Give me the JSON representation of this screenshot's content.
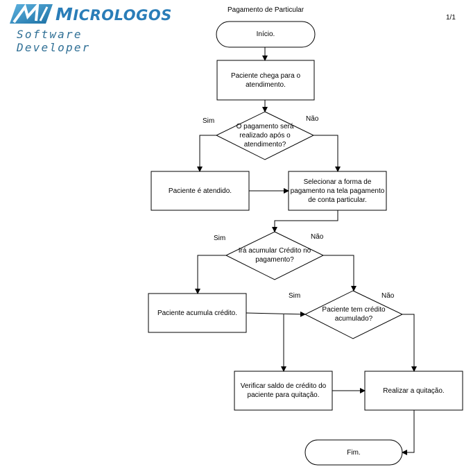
{
  "header": {
    "logo_name_initial": "M",
    "logo_name_rest": "ICROLOGOS",
    "logo_subtitle": "Software Developer",
    "title": "Pagamento de Particular",
    "page_indicator": "1/1"
  },
  "colors": {
    "logo_dark": "#1a6fa3",
    "logo_light": "#5fb3e0",
    "logo_text": "#2a7db8",
    "logo_sub": "#2f6f95",
    "stroke": "#000000"
  },
  "nodes": {
    "start": "Início.",
    "arrive": "Paciente chega para o atendimento.",
    "decision_after": "O pagamento será realizado após o atendimento?",
    "attended": "Paciente é atendido.",
    "select_payment": "Selecionar a forma de pagamento na tela pagamento de conta particular.",
    "decision_credit": "Irá acumular Crédito no pagamento?",
    "accumulate": "Paciente acumula crédito.",
    "decision_has_credit": "Paciente tem crédito acumulado?",
    "verify_balance": "Verificar saldo de crédito do paciente para quitação.",
    "settle": "Realizar a quitação.",
    "end": "Fim."
  },
  "labels": {
    "yes": "Sim",
    "no": "Não"
  }
}
